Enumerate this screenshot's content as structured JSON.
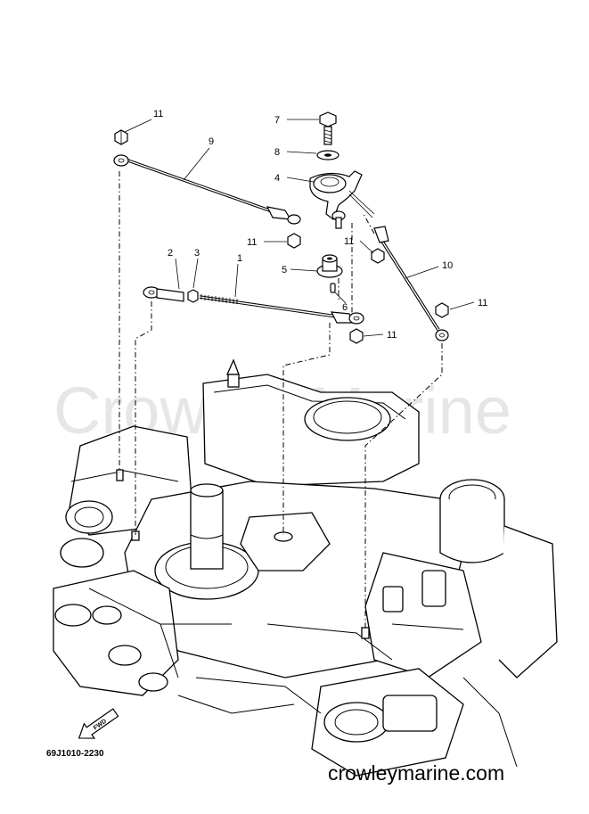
{
  "watermark": "Crowley Marine",
  "site_footer": "crowleymarine.com",
  "diagram_code": "69J1010-2230",
  "fwd_label": "FWD",
  "callouts": {
    "c11a": "11",
    "c9": "9",
    "c7": "7",
    "c8": "8",
    "c4": "4",
    "c11b": "11",
    "c11c": "11",
    "c5": "5",
    "c6": "6",
    "c10": "10",
    "c2": "2",
    "c3": "3",
    "c1": "1",
    "c11d": "11",
    "c11e": "11"
  }
}
